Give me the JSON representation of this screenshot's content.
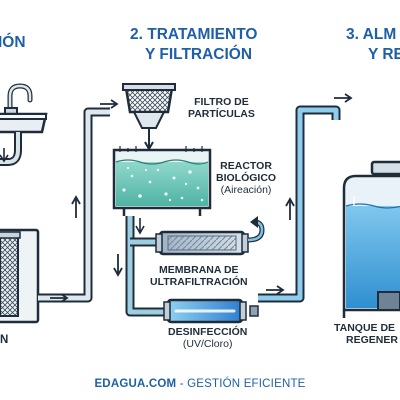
{
  "sections": {
    "s1_title": "IÓN",
    "s2_title_line1": "2. TRATAMIENTO",
    "s2_title_line2": "Y FILTRACIÓN",
    "s3_title_line1": "3. ALM",
    "s3_title_line2": "Y RE"
  },
  "labels": {
    "filtro_1": "FILTRO DE",
    "filtro_2": "PARTÍCULAS",
    "reactor_1": "REACTOR",
    "reactor_2": "BIOLÓGICO",
    "reactor_3": "(Aireación)",
    "membrana_1": "MEMBRANA DE",
    "membrana_2": "ULTRAFILTRACIÓN",
    "desinf_1": "DESINFECCIÓN",
    "desinf_2": "(UV/Cloro)",
    "tanque_1": "TANQUE DE",
    "tanque_2": "REGENER",
    "left_bottom": "N"
  },
  "footer": {
    "brand": "EDAGUA.COM",
    "separator": " - ",
    "tagline": "GESTIÓN EFICIENTE"
  },
  "colors": {
    "title_blue": "#1f5fa8",
    "outline": "#1f2c3a",
    "water_light": "#bfe3f2",
    "water_mid": "#6fc0e6",
    "water_deep": "#2f8fd0",
    "pipe_fill": "#e6ecf0",
    "reactor_water": "#6cc9b8"
  }
}
